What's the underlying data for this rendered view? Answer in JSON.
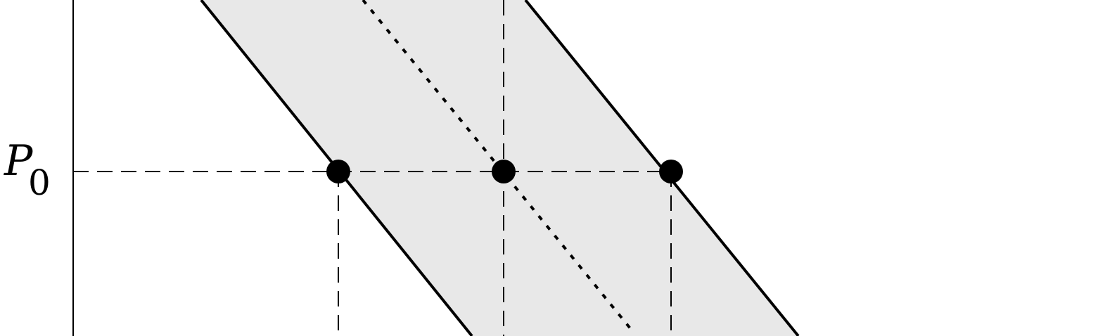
{
  "diagram": {
    "price_label": {
      "symbol": "P",
      "subscript": "0"
    },
    "colors": {
      "band_fill": "#e8e8e8",
      "line": "#000000",
      "marker": "#000000",
      "background": "#ffffff"
    },
    "lines": {
      "left_boundary_style": "solid",
      "right_boundary_style": "solid",
      "center_line_style": "dotted",
      "guide_style": "dashed"
    },
    "markers": {
      "count": 3,
      "shape": "filled-circle"
    }
  }
}
